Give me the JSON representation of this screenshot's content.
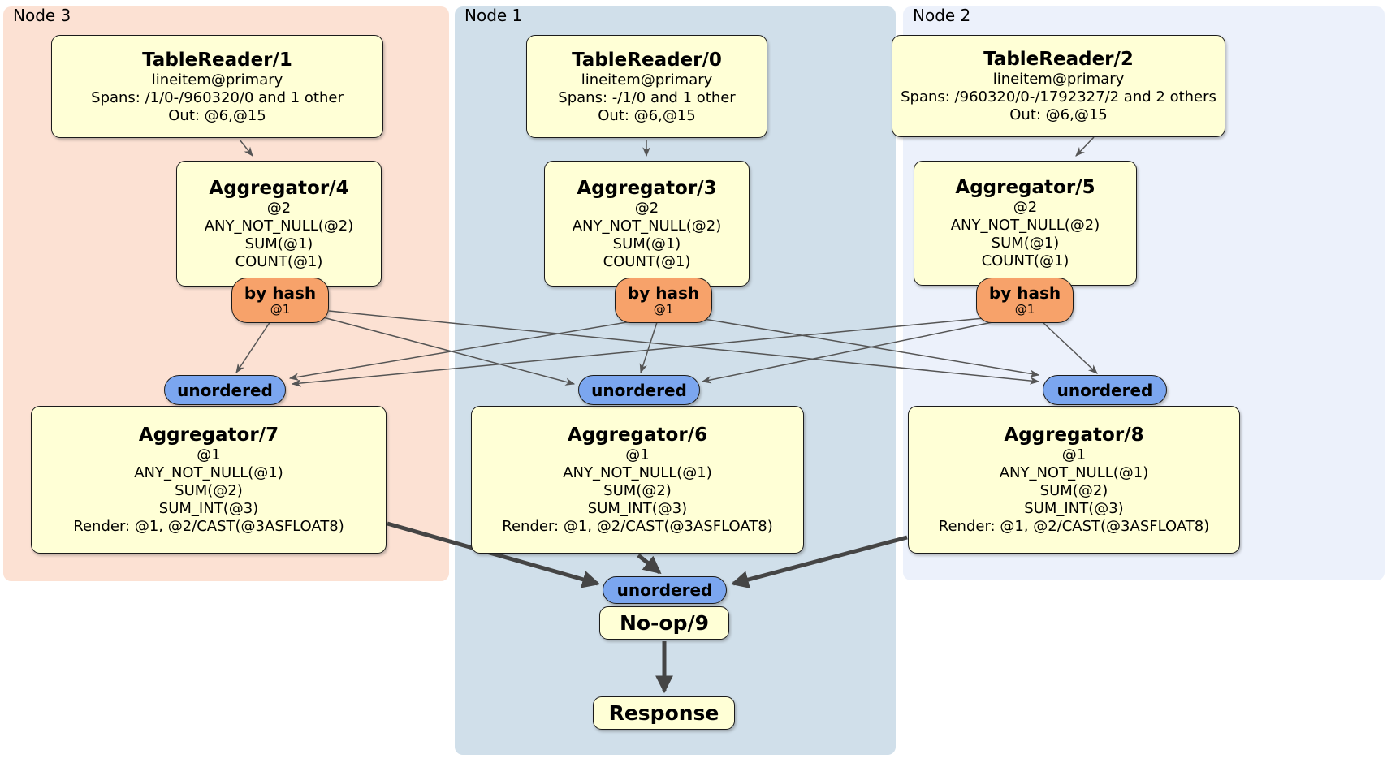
{
  "regions": {
    "node3": {
      "label": "Node 3",
      "bg": "#fce1d3"
    },
    "node1": {
      "label": "Node 1",
      "bg": "#d0dfea"
    },
    "node2": {
      "label": "Node 2",
      "bg": "#ecf1fb"
    }
  },
  "colors": {
    "processor_fill": "#ffffd6",
    "processor_border": "#1b1b1b",
    "router_fill": "#f7a26a",
    "sync_fill": "#7ba6ef",
    "thin_edge": "#555555",
    "thick_edge": "#454545"
  },
  "processors": {
    "tablereader1": {
      "title": "TableReader/1",
      "lines": [
        "lineitem@primary",
        "Spans: /1/0-/960320/0 and 1 other",
        "Out: @6,@15"
      ]
    },
    "tablereader0": {
      "title": "TableReader/0",
      "lines": [
        "lineitem@primary",
        "Spans: -/1/0 and 1 other",
        "Out: @6,@15"
      ]
    },
    "tablereader2": {
      "title": "TableReader/2",
      "lines": [
        "lineitem@primary",
        "Spans: /960320/0-/1792327/2 and 2 others",
        "Out: @6,@15"
      ]
    },
    "aggregator4": {
      "title": "Aggregator/4",
      "lines": [
        "@2",
        "ANY_NOT_NULL(@2)",
        "SUM(@1)",
        "COUNT(@1)"
      ]
    },
    "aggregator3": {
      "title": "Aggregator/3",
      "lines": [
        "@2",
        "ANY_NOT_NULL(@2)",
        "SUM(@1)",
        "COUNT(@1)"
      ]
    },
    "aggregator5": {
      "title": "Aggregator/5",
      "lines": [
        "@2",
        "ANY_NOT_NULL(@2)",
        "SUM(@1)",
        "COUNT(@1)"
      ]
    },
    "aggregator7": {
      "title": "Aggregator/7",
      "lines": [
        "@1",
        "ANY_NOT_NULL(@1)",
        "SUM(@2)",
        "SUM_INT(@3)",
        "Render: @1, @2/CAST(@3ASFLOAT8)"
      ]
    },
    "aggregator6": {
      "title": "Aggregator/6",
      "lines": [
        "@1",
        "ANY_NOT_NULL(@1)",
        "SUM(@2)",
        "SUM_INT(@3)",
        "Render: @1, @2/CAST(@3ASFLOAT8)"
      ]
    },
    "aggregator8": {
      "title": "Aggregator/8",
      "lines": [
        "@1",
        "ANY_NOT_NULL(@1)",
        "SUM(@2)",
        "SUM_INT(@3)",
        "Render: @1, @2/CAST(@3ASFLOAT8)"
      ]
    },
    "noop9": {
      "title": "No-op/9"
    },
    "response": {
      "title": "Response"
    }
  },
  "routers": {
    "node3": {
      "label": "by hash",
      "detail": "@1"
    },
    "node1": {
      "label": "by hash",
      "detail": "@1"
    },
    "node2": {
      "label": "by hash",
      "detail": "@1"
    }
  },
  "syncs": {
    "node3": {
      "label": "unordered"
    },
    "node1": {
      "label": "unordered"
    },
    "node2": {
      "label": "unordered"
    },
    "final": {
      "label": "unordered"
    }
  }
}
